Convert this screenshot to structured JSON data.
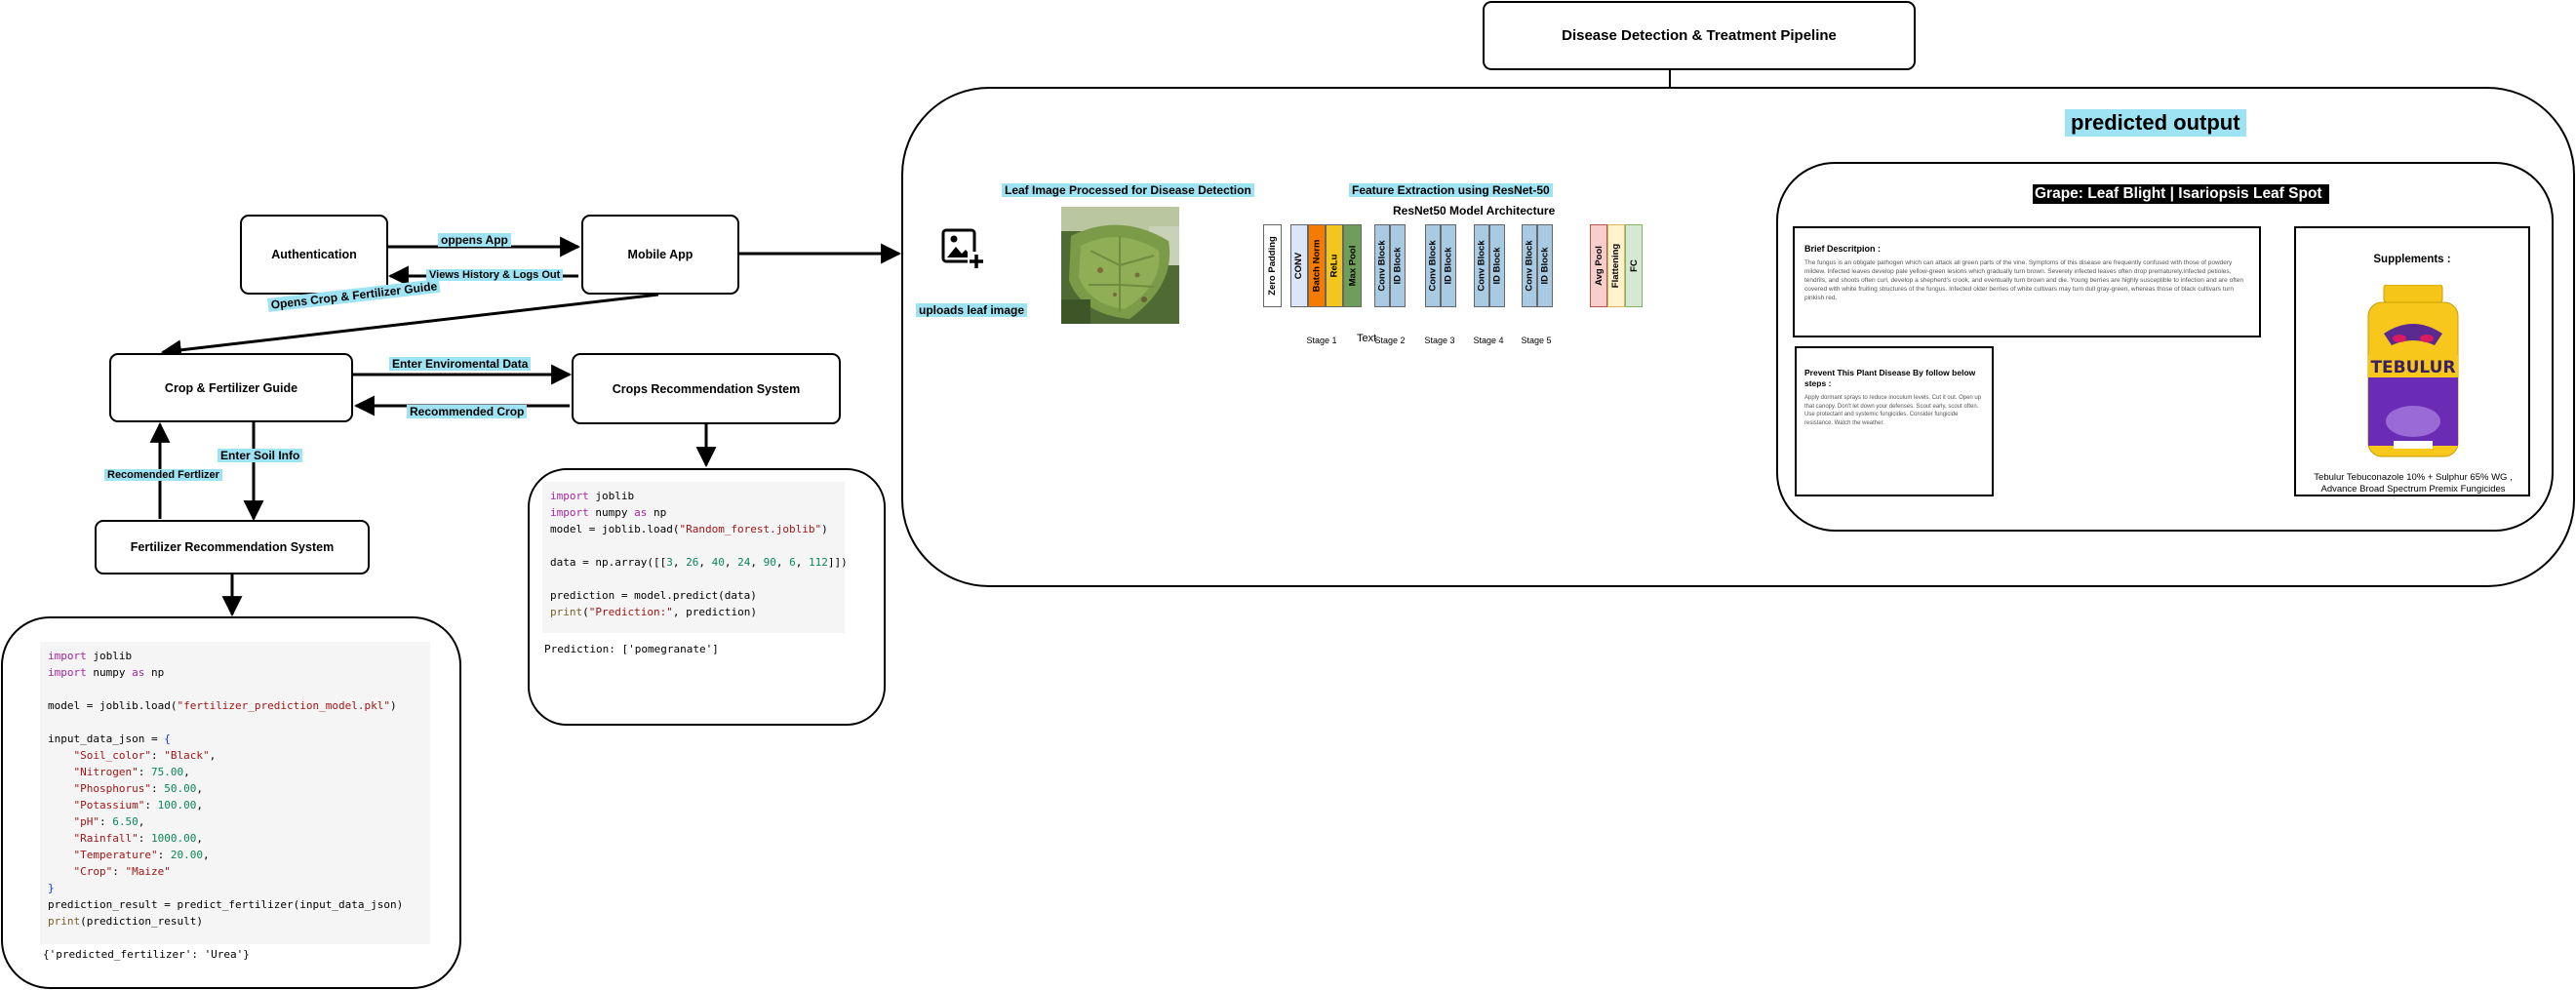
{
  "pipeline_title": "Disease Detection & Treatment Pipeline",
  "nodes": {
    "authentication": "Authentication",
    "mobile_app": "Mobile App",
    "crop_fertilizer_guide": "Crop & Fertilizer Guide",
    "crops_recommendation": "Crops Recommendation System",
    "fertilizer_recommendation": "Fertilizer Recommendation System"
  },
  "edges": {
    "opens_app": "oppens App",
    "views_history": "Views History & Logs Out",
    "opens_guide": "Opens Crop & Fertilizer Guide",
    "enter_env": "Enter Enviromental Data",
    "recommended_crop": "Recommended Crop",
    "enter_soil": "Enter Soil Info",
    "recommended_fert": "Recomended Fertlizer"
  },
  "crop_code": {
    "lines": [
      [
        [
          "kw",
          "import"
        ],
        [
          "tx",
          " joblib"
        ]
      ],
      [
        [
          "kw",
          "import"
        ],
        [
          "tx",
          " numpy "
        ],
        [
          "kw",
          "as"
        ],
        [
          "tx",
          " np"
        ]
      ],
      [
        [
          "tx",
          "model = joblib.load("
        ],
        [
          "st",
          "\"Random_forest.joblib\""
        ],
        [
          "tx",
          ")"
        ]
      ],
      [
        [
          "tx",
          ""
        ]
      ],
      [
        [
          "tx",
          "data = np.array([["
        ],
        [
          "nm",
          "3"
        ],
        [
          "tx",
          ", "
        ],
        [
          "nm",
          "26"
        ],
        [
          "tx",
          ", "
        ],
        [
          "nm",
          "40"
        ],
        [
          "tx",
          ", "
        ],
        [
          "nm",
          "24"
        ],
        [
          "tx",
          ", "
        ],
        [
          "nm",
          "90"
        ],
        [
          "tx",
          ", "
        ],
        [
          "nm",
          "6"
        ],
        [
          "tx",
          ", "
        ],
        [
          "nm",
          "112"
        ],
        [
          "tx",
          "]])"
        ]
      ],
      [
        [
          "tx",
          ""
        ]
      ],
      [
        [
          "tx",
          "prediction = model.predict(data)"
        ]
      ],
      [
        [
          "fn",
          "print"
        ],
        [
          "tx",
          "("
        ],
        [
          "st",
          "\"Prediction:\""
        ],
        [
          "tx",
          ", prediction)"
        ]
      ]
    ],
    "output": "Prediction: ['pomegranate']"
  },
  "fert_code": {
    "lines": [
      [
        [
          "kw",
          "import"
        ],
        [
          "tx",
          " joblib"
        ]
      ],
      [
        [
          "kw",
          "import"
        ],
        [
          "tx",
          " numpy "
        ],
        [
          "kw",
          "as"
        ],
        [
          "tx",
          " np"
        ]
      ],
      [
        [
          "tx",
          ""
        ]
      ],
      [
        [
          "tx",
          "model = joblib.load("
        ],
        [
          "st",
          "\"fertilizer_prediction_model.pkl\""
        ],
        [
          "tx",
          ")"
        ]
      ],
      [
        [
          "tx",
          ""
        ]
      ],
      [
        [
          "tx",
          "input_data_json = "
        ],
        [
          "bk",
          "{"
        ]
      ],
      [
        [
          "tx",
          "    "
        ],
        [
          "st",
          "\"Soil_color\""
        ],
        [
          "tx",
          ": "
        ],
        [
          "st",
          "\"Black\""
        ],
        [
          "tx",
          ","
        ]
      ],
      [
        [
          "tx",
          "    "
        ],
        [
          "st",
          "\"Nitrogen\""
        ],
        [
          "tx",
          ": "
        ],
        [
          "nm",
          "75.00"
        ],
        [
          "tx",
          ","
        ]
      ],
      [
        [
          "tx",
          "    "
        ],
        [
          "st",
          "\"Phosphorus\""
        ],
        [
          "tx",
          ": "
        ],
        [
          "nm",
          "50.00"
        ],
        [
          "tx",
          ","
        ]
      ],
      [
        [
          "tx",
          "    "
        ],
        [
          "st",
          "\"Potassium\""
        ],
        [
          "tx",
          ": "
        ],
        [
          "nm",
          "100.00"
        ],
        [
          "tx",
          ","
        ]
      ],
      [
        [
          "tx",
          "    "
        ],
        [
          "st",
          "\"pH\""
        ],
        [
          "tx",
          ": "
        ],
        [
          "nm",
          "6.50"
        ],
        [
          "tx",
          ","
        ]
      ],
      [
        [
          "tx",
          "    "
        ],
        [
          "st",
          "\"Rainfall\""
        ],
        [
          "tx",
          ": "
        ],
        [
          "nm",
          "1000.00"
        ],
        [
          "tx",
          ","
        ]
      ],
      [
        [
          "tx",
          "    "
        ],
        [
          "st",
          "\"Temperature\""
        ],
        [
          "tx",
          ": "
        ],
        [
          "nm",
          "20.00"
        ],
        [
          "tx",
          ","
        ]
      ],
      [
        [
          "tx",
          "    "
        ],
        [
          "st",
          "\"Crop\""
        ],
        [
          "tx",
          ": "
        ],
        [
          "st",
          "\"Maize\""
        ]
      ],
      [
        [
          "bk",
          "}"
        ]
      ],
      [
        [
          "tx",
          "prediction_result = predict_fertilizer(input_data_json)"
        ]
      ],
      [
        [
          "fn",
          "print"
        ],
        [
          "tx",
          "(prediction_result)"
        ]
      ]
    ],
    "output": "{'predicted_fertilizer': 'Urea'}"
  },
  "pipeline": {
    "upload_label": "uploads leaf image",
    "leaf_label": "Leaf Image Processed for Disease Detection",
    "feature_label": "Feature Extraction using ResNet-50",
    "arch_title": "ResNet50 Model Architecture",
    "text_label": "Text",
    "layers": [
      "Zero Padding",
      "CONV",
      "Batch Norm",
      "ReLu",
      "Max Pool",
      "Conv Block",
      "ID Block",
      "Conv Block",
      "ID Block",
      "Conv Block",
      "ID Block",
      "Conv Block",
      "ID Block",
      "Avg Pool",
      "Flattening",
      "FC"
    ],
    "stages": [
      "Stage 1",
      "Stage 2",
      "Stage 3",
      "Stage 4",
      "Stage 5"
    ]
  },
  "output": {
    "heading": "predicted output",
    "disease_title": "Grape: Leaf Blight | Isariopsis Leaf Spot",
    "brief_title": "Brief Descritpion :",
    "brief_text": "The fungus is an obligate pathogen which can attack all green parts of the vine. Symptoms of this disease are frequently confused with those of powdery mildew. Infected leaves develop pale yellow-green lesions which gradually turn brown. Severely infected leaves often drop prematurely.Infected petioles, tendrils, and shoots often curl, develop a shepherd's crook, and eventually turn brown and die. Young berries are highly susceptible to infection and are often covered with white fruiting structures of the fungus. Infected older berries of white cultivars may turn dull gray-green, whereas those of black cultivars turn pinkish red.",
    "prevent_title": "Prevent This Plant Disease By follow below steps :",
    "prevent_text": "Apply dormant sprays to reduce inoculum levels. Cut it out. Open up that canopy. Don't let down your defenses. Scout early, scout often. Use protectant and systemic fungicides. Consider fungicide resistance. Watch the weather.",
    "supplements_title": "Supplements :",
    "product_brand": "TEBULUR",
    "product_text": "Tebulur Tebuconazole 10% + Sulphur 65% WG , Advance Broad Spectrum Premix Fungicides"
  },
  "colors": {
    "highlight": "#9ee3f3",
    "conv": "#dbe6f9",
    "batch_norm": "#f57c00",
    "relu": "#f2c61f",
    "max_pool": "#6e9e5a",
    "block": "#a8cbe3",
    "avg_pool": "#f8cecc",
    "flatten": "#fff2cc",
    "fc": "#d5e8d4"
  }
}
